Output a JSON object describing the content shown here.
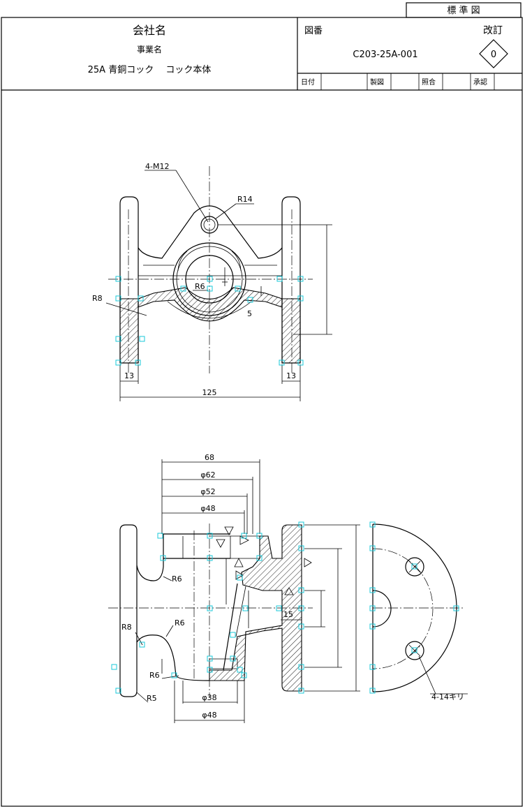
{
  "title_block": {
    "standard": "標 準 図",
    "company": "会社名",
    "project": "事業名",
    "product": "25A 青銅コック　 コック本体",
    "drawing_no_label": "図番",
    "drawing_no": "C203-25A-001",
    "revision_label": "改訂",
    "revision": "0",
    "approvals": [
      "日付",
      "製図",
      "照合",
      "承認"
    ]
  },
  "dimensions": {
    "top_view": {
      "bolt": "4-M12",
      "r_top": "R14",
      "r_left": "R8",
      "r_center": "R6",
      "offset": "5",
      "flange_left": "13",
      "flange_right": "13",
      "overall": "125"
    },
    "section_view": {
      "d68": "68",
      "phi62": "φ62",
      "phi52": "φ52",
      "phi48_top": "φ48",
      "r6_a": "R6",
      "r6_b": "R6",
      "r8": "R8",
      "r6_c": "R6",
      "r5": "R5",
      "d15": "15",
      "phi38": "φ38",
      "phi48_bottom": "φ48"
    },
    "flange_view": {
      "holes": "4-14キリ"
    }
  },
  "colors": {
    "line": "#000000",
    "marker": "#18c8d8"
  }
}
